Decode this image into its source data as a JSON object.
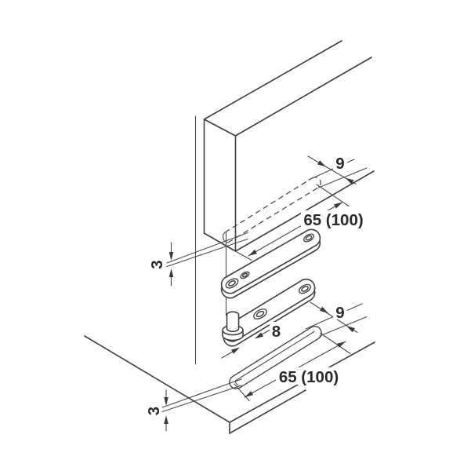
{
  "diagram": {
    "labels": {
      "slot_width_top": "9",
      "slot_length_top": "65 (100)",
      "slot_depth_door": "3",
      "slot_width_bottom": "9",
      "pin_dimension": "8",
      "slot_length_bottom": "65 (100)",
      "slot_depth_floor": "3"
    },
    "colors": {
      "line": "#3f3f3f",
      "text": "#2a2a2a",
      "background": "#ffffff"
    }
  }
}
